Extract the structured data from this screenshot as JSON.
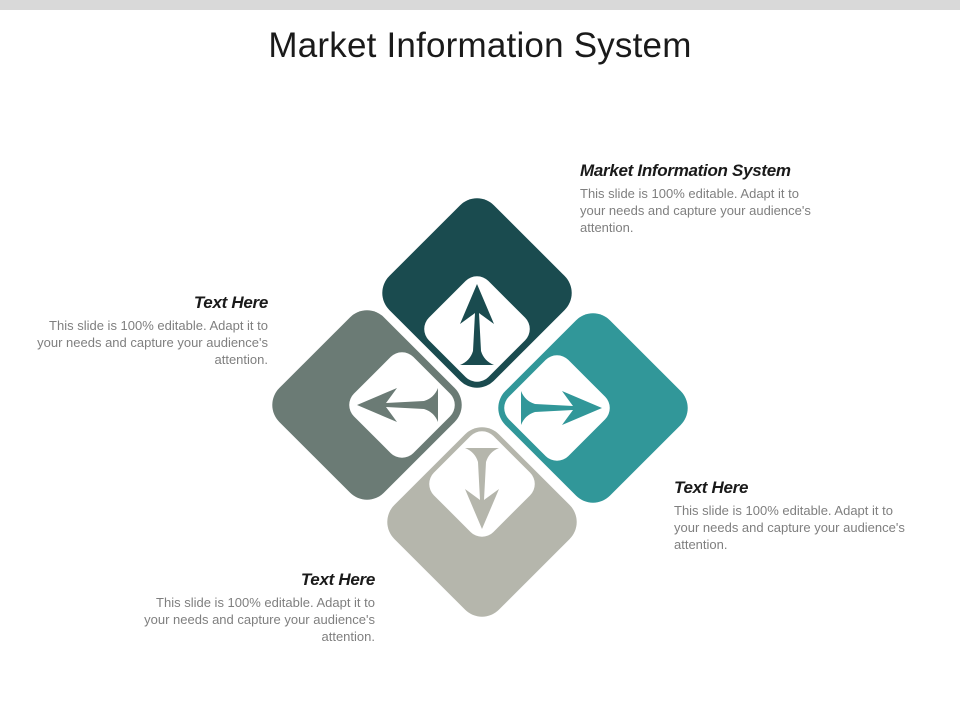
{
  "title": "Market Information System",
  "colors": {
    "top": "#1a4b4f",
    "left": "#6b7b75",
    "right": "#319799",
    "bottom": "#b5b6ac",
    "topbar": "#d9d9d9"
  },
  "callouts": {
    "top": {
      "heading": "Market Information System",
      "body": "This slide is 100% editable. Adapt it to your needs and capture your audience's attention."
    },
    "left": {
      "heading": "Text Here",
      "body": "This slide is 100% editable. Adapt it to your needs and capture your audience's attention."
    },
    "right": {
      "heading": "Text Here",
      "body": "This slide is 100% editable. Adapt it to your needs and capture your audience's attention."
    },
    "bottom": {
      "heading": "Text Here",
      "body": "This slide is 100% editable. Adapt it to your needs and capture your audience's attention."
    }
  },
  "icons": {
    "top": "arrow-up-icon",
    "left": "arrow-left-icon",
    "right": "arrow-right-icon",
    "bottom": "arrow-down-icon"
  }
}
